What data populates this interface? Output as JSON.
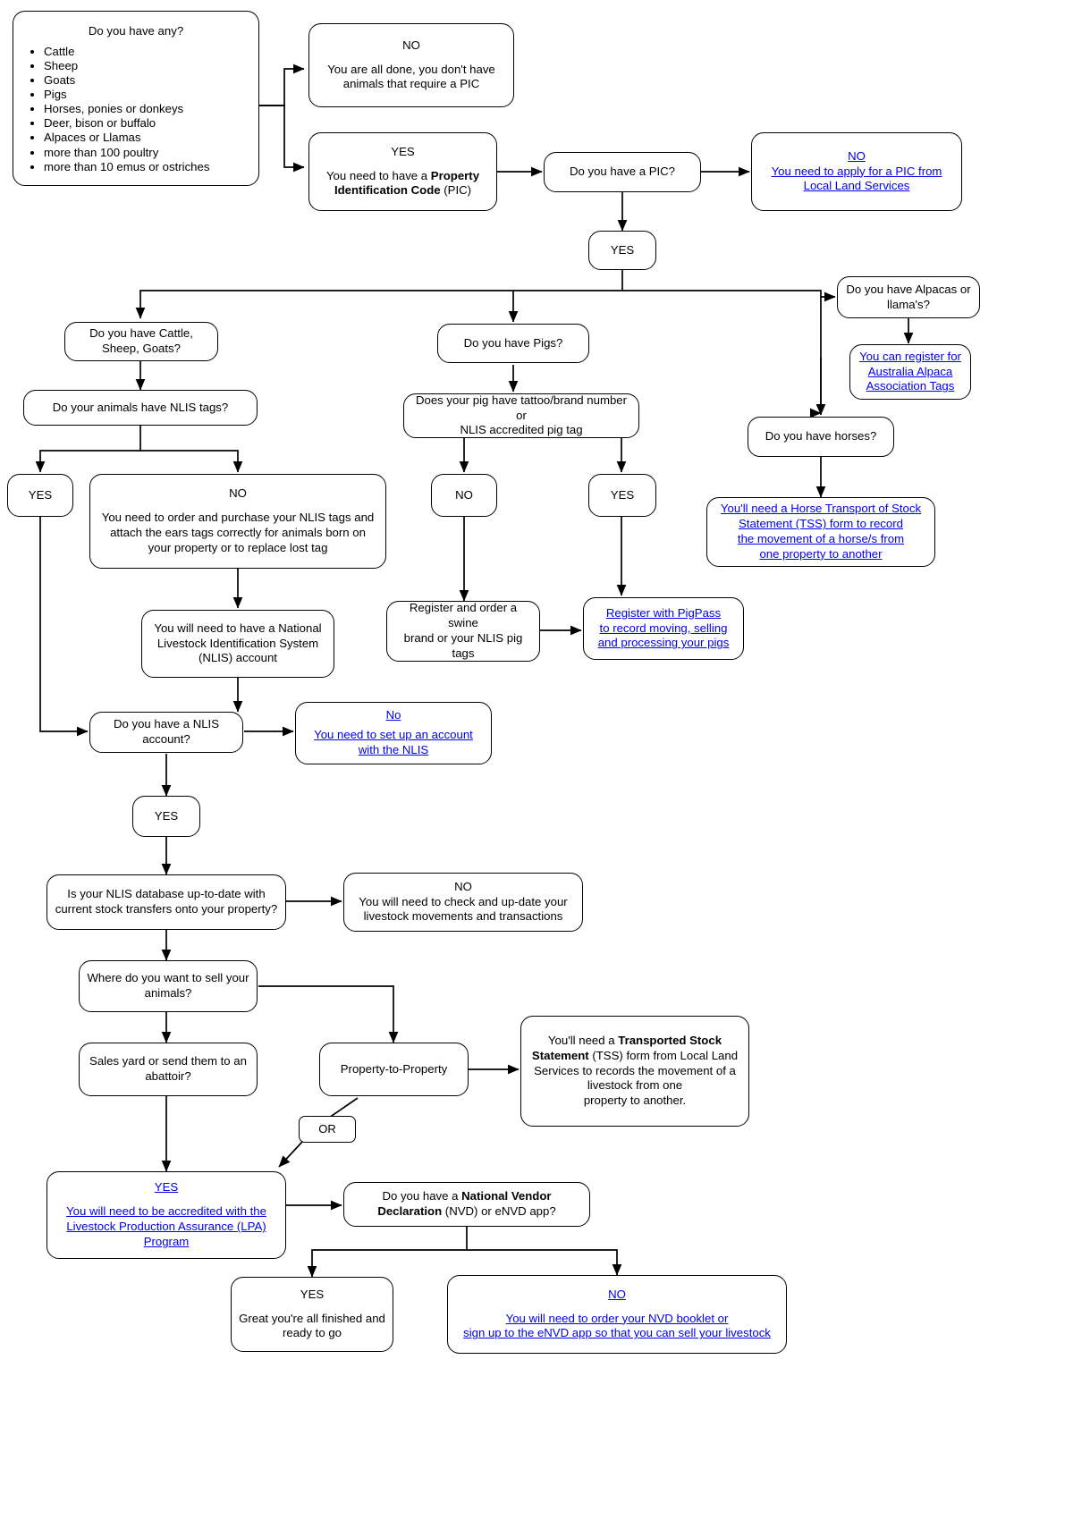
{
  "diagram": {
    "title": "Livestock PIC / NLIS requirements flowchart",
    "link_color": "#0000ee",
    "text_color": "#000000",
    "border_color": "#000000",
    "background": "#ffffff"
  },
  "nodes": {
    "start": {
      "question": "Do you have any?",
      "items": [
        "Cattle",
        "Sheep",
        "Goats",
        "Pigs",
        "Horses, ponies or donkeys",
        "Deer, bison or buffalo",
        "Alpaces or Llamas",
        "more than 100 poultry",
        "more than 10 emus or ostriches"
      ]
    },
    "no_pic": {
      "label": "NO",
      "body": "You are all done, you don't have animals that require a PIC"
    },
    "yes_pic": {
      "label": "YES",
      "body_pre": "You need to have a ",
      "body_bold": "Property Identification Code",
      "body_post": " (PIC)"
    },
    "have_pic": {
      "text": "Do you have a PIC?"
    },
    "apply_pic": {
      "line1": "NO",
      "line2": "You need to apply for a PIC from",
      "line3": "Local Land Services"
    },
    "pic_yes": {
      "text": "YES"
    },
    "alpacas": {
      "text": "Do you have Alpacas or llama's?"
    },
    "alpaca_tags": {
      "line1": "You can register for",
      "line2": "Australia Alpaca",
      "line3": "Association Tags"
    },
    "horses": {
      "text": "Do you have horses?"
    },
    "horse_tss": {
      "line1": "You'll need a Horse Transport of Stock",
      "line2": "Statement (TSS) form to record",
      "line3": "the movement of a horse/s from",
      "line4": "one property to another"
    },
    "cattle": {
      "text": "Do you have Cattle, Sheep, Goats?"
    },
    "nlis_tags": {
      "text": "Do your animals have NLIS tags?"
    },
    "tags_yes": {
      "text": "YES"
    },
    "tags_no": {
      "label": "NO",
      "body": "You need to order and purchase your NLIS tags and attach the ears tags correctly for animals born on your property or to replace  lost tag"
    },
    "nlis_account_need": {
      "line1": "You will need to have a National",
      "line2": "Livestock Identification System",
      "line3": "(NLIS) account"
    },
    "pigs": {
      "text": "Do you have Pigs?"
    },
    "pig_tattoo": {
      "line1": "Does your pig have tattoo/brand number or",
      "line2": "NLIS accredited pig tag"
    },
    "pig_no": {
      "text": "NO"
    },
    "pig_yes": {
      "text": "YES"
    },
    "swine_brand": {
      "line1": "Register and order a swine",
      "line2": "brand or your NLIS pig tags"
    },
    "pigpass": {
      "line1": "Register with PigPass",
      "line2": "to record moving, selling",
      "line3": "and processing your pigs"
    },
    "have_nlis_account": {
      "text": "Do you have a NLIS account?"
    },
    "nlis_setup": {
      "line1": "No",
      "line2": "You need to set up an account",
      "line3": "with the NLIS"
    },
    "account_yes": {
      "text": "YES"
    },
    "nlis_db": {
      "line1": "Is your NLIS database up-to-date with",
      "line2": "current stock transfers onto your property?"
    },
    "nlis_db_no": {
      "label": "NO",
      "line1": "You will need to check and up-date your",
      "line2": "livestock movements and transactions"
    },
    "where_sell": {
      "text": "Where do you want to sell your animals?"
    },
    "sales_yard": {
      "text": "Sales yard or send them to an abattoir?"
    },
    "prop_to_prop": {
      "text": "Property-to-Property"
    },
    "or_box": {
      "text": "OR"
    },
    "transported_tss": {
      "pre": "You'll need a ",
      "bold": "Transported Stock Statement",
      "post": " (TSS) form from Local Land Services to records the movement of a livestock from one",
      "post2": "property to another."
    },
    "lpa": {
      "line1": "YES",
      "line2": "You will need to be accredited with the",
      "line3": "Livestock Production Assurance (LPA)",
      "line4": "Program"
    },
    "nvd_question": {
      "pre": "Do you have a ",
      "bold": "National Vendor Declaration",
      "post": " (NVD) or eNVD app?"
    },
    "nvd_yes": {
      "label": "YES",
      "body": "Great you're all finished and ready to go"
    },
    "nvd_no": {
      "line1": "NO",
      "line2": "You will need to order your NVD booklet or",
      "line3": "sign up to the eNVD app so that you can sell your livestock"
    }
  }
}
